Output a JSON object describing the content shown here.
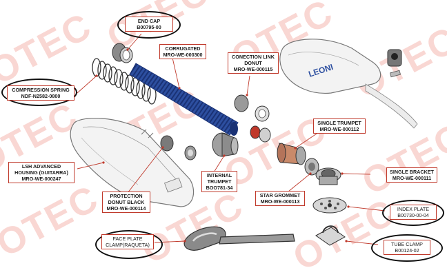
{
  "watermark": "OTEC",
  "accent_color": "#c0392b",
  "brand_mark": "LEONI",
  "labels": {
    "end_cap": {
      "name": "END CAP",
      "code": "B00795-00"
    },
    "corrugated": {
      "name": "CORRUGATED",
      "code": "MRO-WE-000300"
    },
    "connection_link": {
      "name": "CONECTION LINK",
      "name2": "DONUT",
      "code": "MRO-WE-000115"
    },
    "compression_spring": {
      "name": "COMPRESSION SPRING",
      "code": "NDF-N2582-0800"
    },
    "single_trumpet": {
      "name": "SINGLE TRUMPET",
      "code": "MRO-WE-000112"
    },
    "lsh_housing": {
      "name": "LSH ADVANCED",
      "name2": "HOUSING (GUITARRA)",
      "code": "MRO-WE-000247"
    },
    "single_bracket": {
      "name": "SINGLE BRACKET",
      "code": "MRO-WE-000111"
    },
    "internal_trumpet": {
      "name": "INTERNAL",
      "name2": "TRUMPET",
      "code": "BOO781-34"
    },
    "protection_donut": {
      "name": "PROTECTION",
      "name2": "DONUT BLACK",
      "code": "MRO-WE-000114"
    },
    "star_grommet": {
      "name": "STAR GROMMET",
      "code": "MRO-WE-000113"
    },
    "index_plate": {
      "name": "INDEX PLATE",
      "code": "B00730-00-04"
    },
    "face_plate": {
      "name": "FACE PLATE",
      "code": "CLAMP(RAQUETA)"
    },
    "tube_clamp": {
      "name": "TUBE CLAMP",
      "code": "B00124-02"
    }
  }
}
